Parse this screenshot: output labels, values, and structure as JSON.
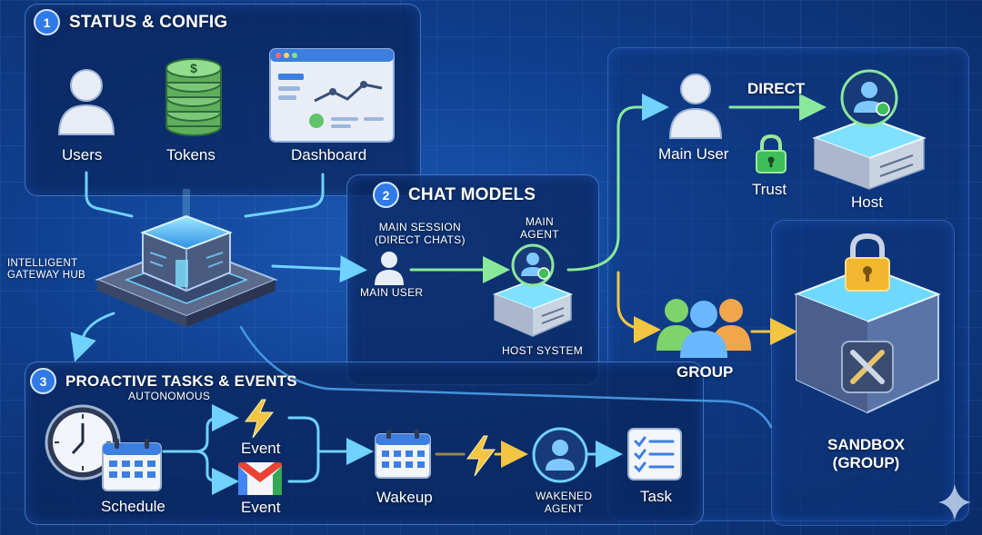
{
  "sections": {
    "status_config": {
      "number": "1",
      "title": "STATUS & CONFIG",
      "users_label": "Users",
      "tokens_label": "Tokens",
      "dashboard_label": "Dashboard"
    },
    "chat_models": {
      "number": "2",
      "title": "CHAT MODELS",
      "main_session_label": "MAIN SESSION\n(DIRECT CHATS)",
      "main_user_label": "MAIN USER",
      "main_agent_label": "MAIN\nAGENT",
      "host_system_label": "HOST SYSTEM"
    },
    "proactive": {
      "number": "3",
      "title": "PROACTIVE TASKS & EVENTS",
      "subtitle": "AUTONOMOUS",
      "schedule_label": "Schedule",
      "event_top_label": "Event",
      "event_bottom_label": "Event",
      "wakeup_label": "Wakeup",
      "wakened_agent_label": "WAKENED\nAGENT",
      "task_label": "Task"
    }
  },
  "hub": {
    "label": "INTELLIGENT\nGATEWAY HUB"
  },
  "routing": {
    "main_user_label": "Main User",
    "direct_label": "DIRECT",
    "trust_label": "Trust",
    "host_label": "Host",
    "group_label": "GROUP",
    "sandbox_label": "SANDBOX\n(GROUP)"
  },
  "colors": {
    "accent_blue": "#4fc3ff",
    "accent_green": "#7ee08a",
    "accent_yellow": "#f4c542",
    "panel_border": "#6eaaff"
  }
}
